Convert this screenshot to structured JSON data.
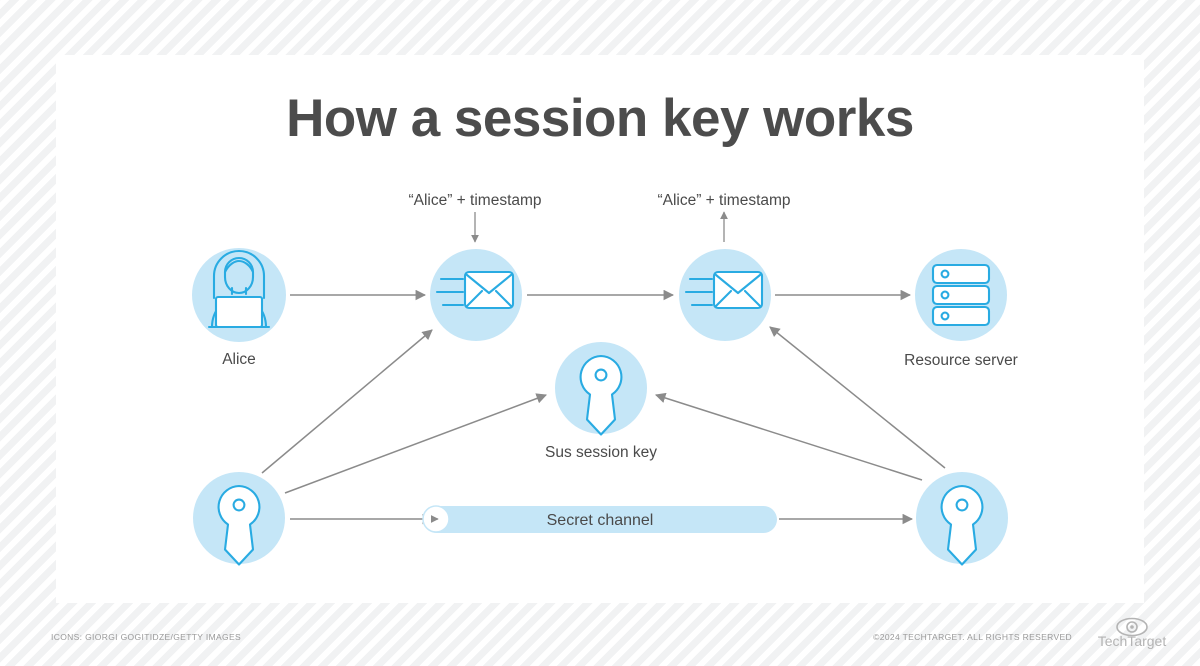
{
  "header": {
    "title": "How a session key works"
  },
  "colors": {
    "disc_fill": "#c5e6f7",
    "icon_stroke": "#29abe2",
    "connector": "#8b8b8b",
    "title_text": "#4c4c4c",
    "label_text": "#4a4a4a",
    "card_bg": "#ffffff",
    "page_bg": "#f2f3f4"
  },
  "messages": {
    "left": "“Alice” + timestamp",
    "right": "“Alice” + timestamp"
  },
  "nodes": {
    "alice": {
      "label": "Alice",
      "icon": "person-laptop-icon"
    },
    "envelope_out": {
      "label": "",
      "icon": "envelope-sending-icon"
    },
    "envelope_in": {
      "label": "",
      "icon": "envelope-sending-icon"
    },
    "resource_server": {
      "label": "Resource server",
      "icon": "server-stack-icon"
    },
    "session_key": {
      "label": "Sus session key",
      "icon": "key-icon"
    },
    "key_left": {
      "label": "",
      "icon": "key-icon"
    },
    "key_right": {
      "label": "",
      "icon": "key-icon"
    }
  },
  "channel": {
    "label": "Secret channel",
    "endpoint_icon": "arrow-right-icon"
  },
  "footer": {
    "credit": "ICONS: GIORGI GOGITIDZE/GETTY IMAGES",
    "copyright": "©2024 TECHTARGET. ALL RIGHTS RESERVED",
    "brand": "TechTarget",
    "brand_icon": "eye-logo-icon"
  }
}
